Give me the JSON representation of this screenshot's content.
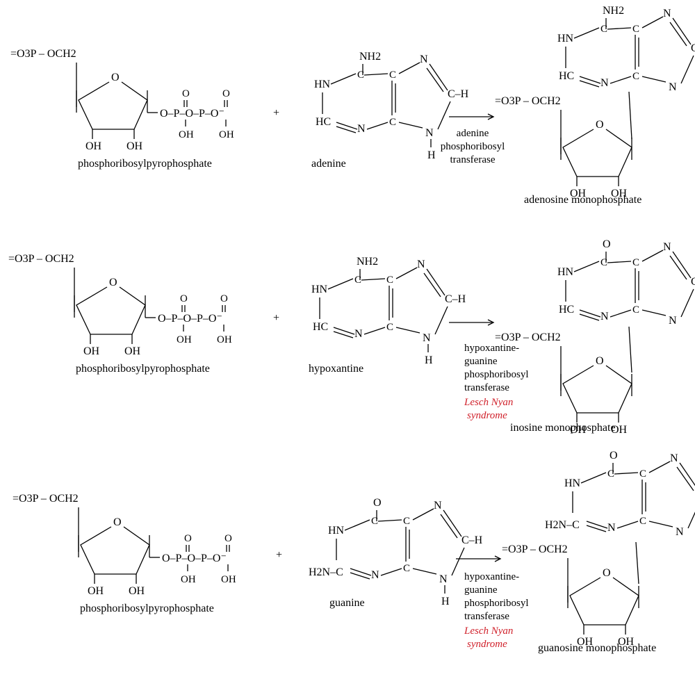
{
  "reactions": [
    {
      "substrate_label": "phosphoribosylpyrophosphate",
      "base_label": "adenine",
      "base_top": "NH2",
      "enzyme_lines": [
        "adenine",
        "phosphoribosyl",
        "transferase"
      ],
      "disease_lines": [],
      "product_label": "adenosine monophosphate",
      "product_top": "NH2"
    },
    {
      "substrate_label": "phosphoribosylpyrophosphate",
      "base_label": "hypoxantine",
      "base_top": "NH2",
      "enzyme_lines": [
        "hypoxantine-",
        "guanine",
        "phosphoribosyl",
        "transferase"
      ],
      "disease_lines": [
        "Lesch Nyan",
        "syndrome"
      ],
      "product_label": "inosine monophosphate",
      "product_top": "O"
    },
    {
      "substrate_label": "phosphoribosylpyrophosphate",
      "base_label": "guanine",
      "base_top": "O",
      "enzyme_lines": [
        "hypoxantine-",
        "guanine",
        "phosphoribosyl",
        "transferase"
      ],
      "disease_lines": [
        "Lesch Nyan",
        "syndrome"
      ],
      "product_label": "guanosine monophosphate",
      "product_top": "O"
    }
  ],
  "atoms": {
    "phosphate_group": "=O3P – OCH2",
    "ring_oxygen": "O",
    "hydroxyl": "OH",
    "pyrophosphate": "O–P–O–P–O⁻",
    "plus": "+",
    "imine_nh": "HN",
    "ring_ch": "HC",
    "amino_ring": "H2N–C",
    "ring_c": "C",
    "ring_n": "N",
    "ch": "C–H",
    "nh_h": "H"
  }
}
